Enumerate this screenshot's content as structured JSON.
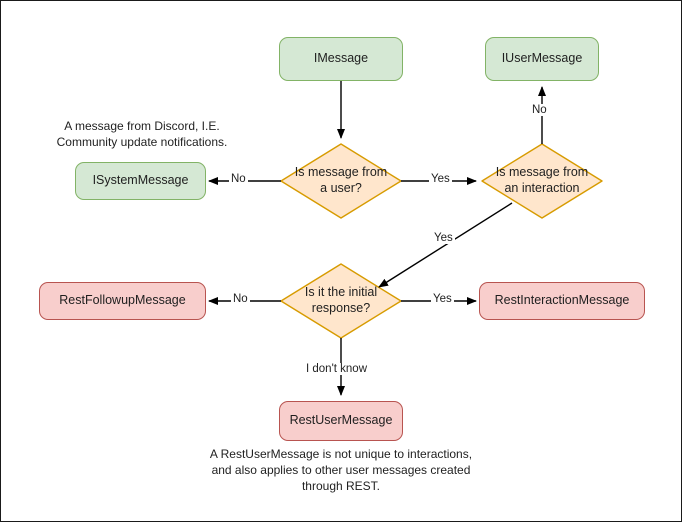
{
  "diagram": {
    "type": "flowchart",
    "title": "Discord message type decision flowchart",
    "colors": {
      "green_fill": "#d5e8d4",
      "green_stroke": "#82b366",
      "pink_fill": "#f8cecc",
      "pink_stroke": "#b85450",
      "orange_fill": "#ffe6cc",
      "orange_stroke": "#d79b00",
      "edge_stroke": "#000000",
      "canvas_border": "#1a1a1a",
      "text": "#1f1f1f"
    },
    "nodes": [
      {
        "id": "imessage",
        "label": "IMessage",
        "shape": "rounded-rect",
        "style": "green"
      },
      {
        "id": "iusermessage",
        "label": "IUserMessage",
        "shape": "rounded-rect",
        "style": "green"
      },
      {
        "id": "isystemmessage",
        "label": "ISystemMessage",
        "shape": "rounded-rect",
        "style": "green"
      },
      {
        "id": "q-from-user",
        "label": "Is message from a user?",
        "line1": "Is message from",
        "line2": "a user?",
        "shape": "diamond",
        "style": "orange"
      },
      {
        "id": "q-from-interaction",
        "label": "Is message from an interaction",
        "line1": "Is message from",
        "line2": "an interaction",
        "shape": "diamond",
        "style": "orange"
      },
      {
        "id": "q-initial-response",
        "label": "Is it the initial response?",
        "line1": "Is it the initial",
        "line2": "response?",
        "shape": "diamond",
        "style": "orange"
      },
      {
        "id": "restfollowupmessage",
        "label": "RestFollowupMessage",
        "shape": "rounded-rect",
        "style": "pink"
      },
      {
        "id": "restinteractionmessage",
        "label": "RestInteractionMessage",
        "shape": "rounded-rect",
        "style": "pink"
      },
      {
        "id": "restusermessage",
        "label": "RestUserMessage",
        "shape": "rounded-rect",
        "style": "pink"
      }
    ],
    "edges": [
      {
        "from": "imessage",
        "to": "q-from-user",
        "label": ""
      },
      {
        "from": "q-from-user",
        "to": "isystemmessage",
        "label": "No"
      },
      {
        "from": "q-from-user",
        "to": "q-from-interaction",
        "label": "Yes"
      },
      {
        "from": "q-from-interaction",
        "to": "iusermessage",
        "label": "No"
      },
      {
        "from": "q-from-interaction",
        "to": "q-initial-response",
        "label": "Yes"
      },
      {
        "from": "q-initial-response",
        "to": "restfollowupmessage",
        "label": "No"
      },
      {
        "from": "q-initial-response",
        "to": "restinteractionmessage",
        "label": "Yes"
      },
      {
        "from": "q-initial-response",
        "to": "restusermessage",
        "label": "I don't know"
      }
    ],
    "captions": [
      {
        "id": "system-message-note",
        "line1": "A message from Discord, I.E.",
        "line2": "Community update notifications."
      },
      {
        "id": "rest-user-message-note",
        "line1": "A RestUserMessage is not unique to interactions,",
        "line2": "and also applies to other user messages created",
        "line3": "through REST."
      }
    ]
  }
}
